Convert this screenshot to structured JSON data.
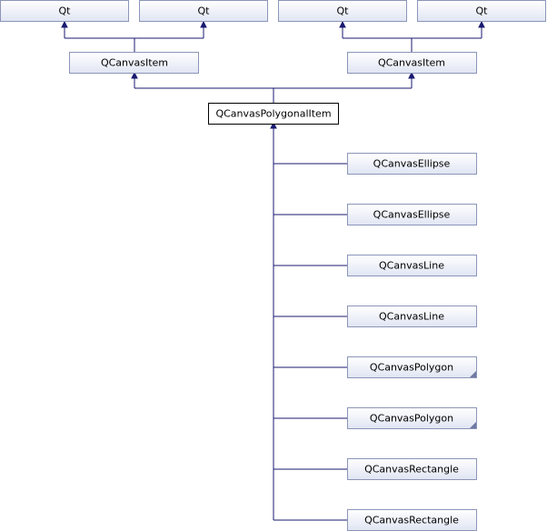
{
  "diagram": {
    "type": "class-inheritance-graph",
    "nodes": {
      "qt_1": "Qt",
      "qt_2": "Qt",
      "qt_3": "Qt",
      "qt_4": "Qt",
      "qcanvasitem_1": "QCanvasItem",
      "qcanvasitem_2": "QCanvasItem",
      "qcanvaspolygonalitem": "QCanvasPolygonalItem",
      "qcanvasellipse_1": "QCanvasEllipse",
      "qcanvasellipse_2": "QCanvasEllipse",
      "qcanvasline_1": "QCanvasLine",
      "qcanvasline_2": "QCanvasLine",
      "qcanvaspolygon_1": "QCanvasPolygon",
      "qcanvaspolygon_2": "QCanvasPolygon",
      "qcanvasrectangle_1": "QCanvasRectangle",
      "qcanvasrectangle_2": "QCanvasRectangle"
    },
    "edges": [
      {
        "from": "qcanvasitem_1",
        "to": "qt_1"
      },
      {
        "from": "qcanvasitem_1",
        "to": "qt_2"
      },
      {
        "from": "qcanvasitem_2",
        "to": "qt_3"
      },
      {
        "from": "qcanvasitem_2",
        "to": "qt_4"
      },
      {
        "from": "qcanvaspolygonalitem",
        "to": "qcanvasitem_1"
      },
      {
        "from": "qcanvaspolygonalitem",
        "to": "qcanvasitem_2"
      },
      {
        "from": "qcanvasellipse_1",
        "to": "qcanvaspolygonalitem"
      },
      {
        "from": "qcanvasellipse_2",
        "to": "qcanvaspolygonalitem"
      },
      {
        "from": "qcanvasline_1",
        "to": "qcanvaspolygonalitem"
      },
      {
        "from": "qcanvasline_2",
        "to": "qcanvaspolygonalitem"
      },
      {
        "from": "qcanvaspolygon_1",
        "to": "qcanvaspolygonalitem"
      },
      {
        "from": "qcanvaspolygon_2",
        "to": "qcanvaspolygonalitem"
      },
      {
        "from": "qcanvasrectangle_1",
        "to": "qcanvaspolygonalitem"
      },
      {
        "from": "qcanvasrectangle_2",
        "to": "qcanvaspolygonalitem"
      }
    ],
    "focus_node": "qcanvaspolygonalitem",
    "nodes_with_more_indicator": [
      "qcanvaspolygon_1",
      "qcanvaspolygon_2"
    ],
    "colors": {
      "edge": "#191970",
      "box_border": "#8c95b8",
      "box_fill_top": "#ffffff",
      "box_fill_bottom": "#e0e5f3",
      "focus_border": "#000000",
      "corner_indicator": "#6f7aa3"
    }
  }
}
